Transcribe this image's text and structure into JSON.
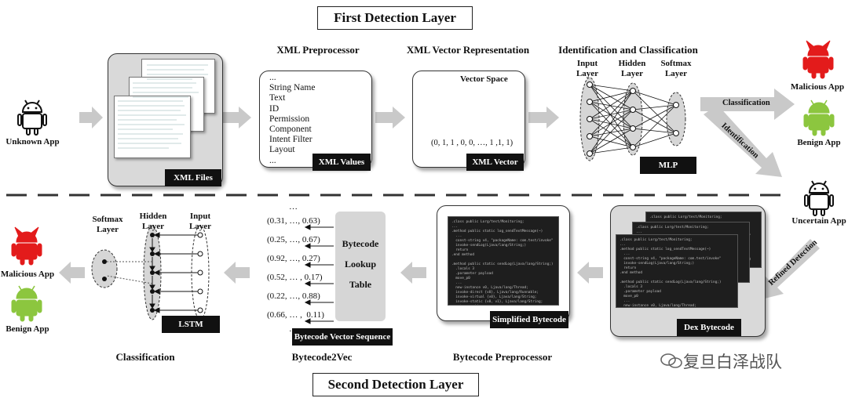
{
  "titles": {
    "first": "First Detection Layer",
    "second": "Second Detection Layer"
  },
  "apps": {
    "unknown": "Unknown App",
    "uncertain": "Uncertain App",
    "malicious": "Malicious App",
    "benign": "Benign App"
  },
  "top": {
    "xml_files": "XML Files",
    "xml_preprocessor": "XML Preprocessor",
    "xml_values_tag": "XML Values",
    "xml_values_list": [
      "...",
      "String Name",
      "Text",
      "ID",
      "Permission",
      "Component",
      "Intent Filter",
      "Layout",
      "..."
    ],
    "xml_vector_rep": "XML Vector Representation",
    "vector_space": "Vector Space",
    "vector_example": "(0, 1, 1 , 0, 0, …, 1 ,1, 1)",
    "xml_vector_tag": "XML Vector",
    "id_class": "Identification and Classification",
    "input_layer": "Input Layer",
    "hidden_layer": "Hidden Layer",
    "softmax_layer": "Softmax Layer",
    "mlp_tag": "MLP",
    "classification_arrow": "Classification",
    "identification_arrow": "Identification"
  },
  "bottom": {
    "refined_detection": "Refined Detection",
    "dex_tag": "Dex Bytecode",
    "bytecode_preprocessor": "Bytecode Preprocessor",
    "simplified_tag": "Simplified Bytecode",
    "bytecode2vec": "Bytecode2Vec",
    "seq_tag": "Bytecode Vector Sequence",
    "vectors": [
      "…",
      "(0.31, …, 0.63)",
      "(0.25, …, 0.67)",
      "(0.92, …, 0.27)",
      "(0.52, … , 0.17)",
      "(0.22, …, 0.88)",
      "(0.66, … ,  0.11)",
      "…"
    ],
    "lookup": [
      "Bytecode",
      "Lookup",
      "Table"
    ],
    "classification": "Classification",
    "lstm_tag": "LSTM",
    "softmax_layer": "Softmax Layer",
    "hidden_layer": "Hidden Layer",
    "input_layer": "Input Layer"
  },
  "code_snippet": ".class public Lorg/test/Monitoring;\n...\n.method public static log_sendTextMessage(~)\n  ...\n  const-string v4, \"packageName: com.test/invoke\"\n  invoke-sendLog(Ljava/lang/String;)\n  return\n.end method\n\n.method public static sendLog(Ljava/lang/String;)\n  .locals 3\n  .parameter payload\n  move_p0\n  ...\n  new-instance v0, Ljava/lang/Thread;\n  invoke-direct {v0}, Ljava/lang/Runnable;\n  invoke-virtual {v0}, Ljava/lang/String;\n  invoke-static {v0, v1}, Ljava/lang/String;\n  return-void\n.end method",
  "watermark": "复旦白泽战队",
  "colors": {
    "malicious": "#e31b1b",
    "benign": "#8cc63f",
    "arrow": "#c9c9c9",
    "tag": "#111111"
  }
}
